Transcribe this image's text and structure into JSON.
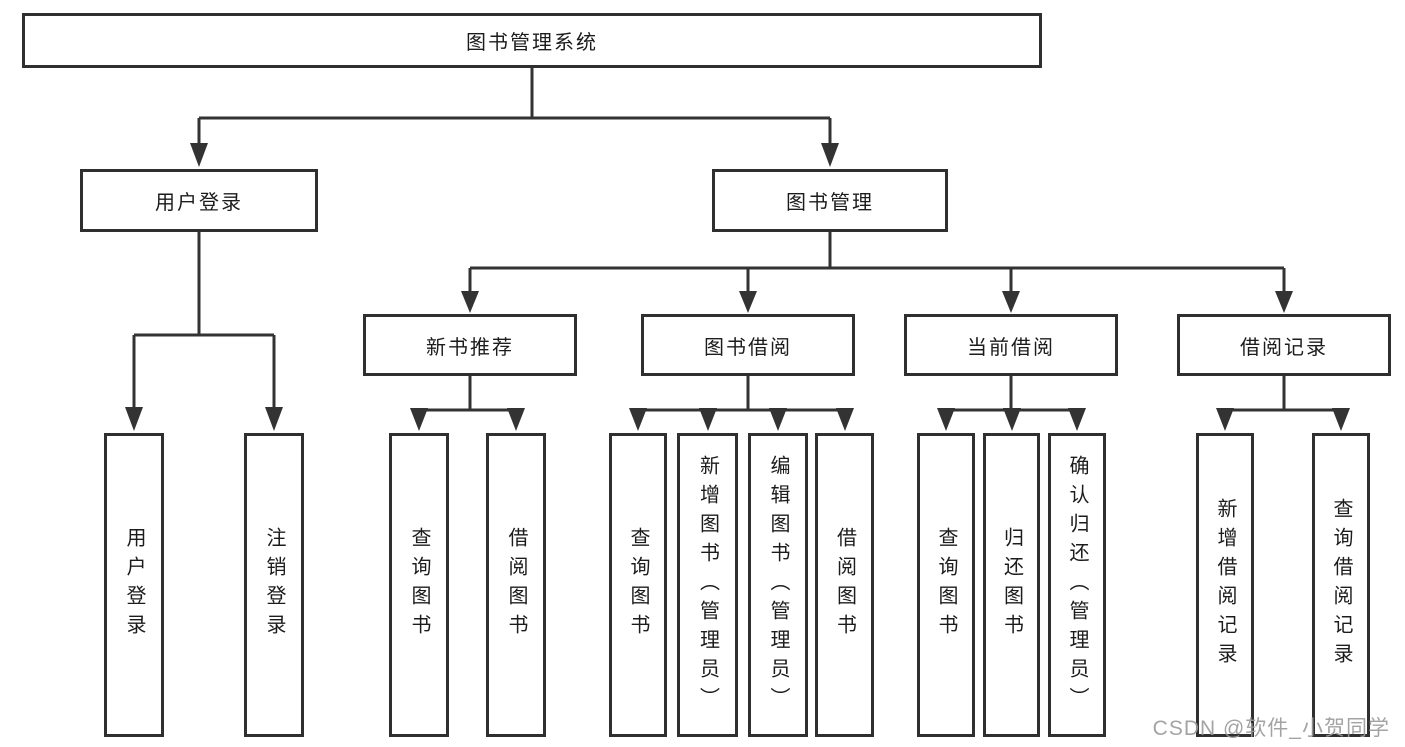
{
  "nodes": {
    "root": "图书管理系统",
    "level1": [
      "用户登录",
      "图书管理"
    ],
    "level2": [
      "新书推荐",
      "图书借阅",
      "当前借阅",
      "借阅记录"
    ],
    "user_login_children": [
      "用户登录",
      "注销登录"
    ],
    "new_book_children": [
      "查询图书",
      "借阅图书"
    ],
    "book_borrow_children": [
      "查询图书",
      "新增图书（管理员）",
      "编辑图书（管理员）",
      "借阅图书"
    ],
    "current_borrow_children": [
      "查询图书",
      "归还图书",
      "确认归还（管理员）"
    ],
    "borrow_record_children": [
      "新增借阅记录",
      "查询借阅记录"
    ]
  },
  "watermark": "CSDN @软件_小贺同学",
  "colors": {
    "line": "#333333",
    "box_border": "#2f2f2f",
    "box_fill": "#ffffff",
    "text": "#1c1c1c",
    "background": "#ffffff",
    "watermark": "#9a9a9a"
  }
}
